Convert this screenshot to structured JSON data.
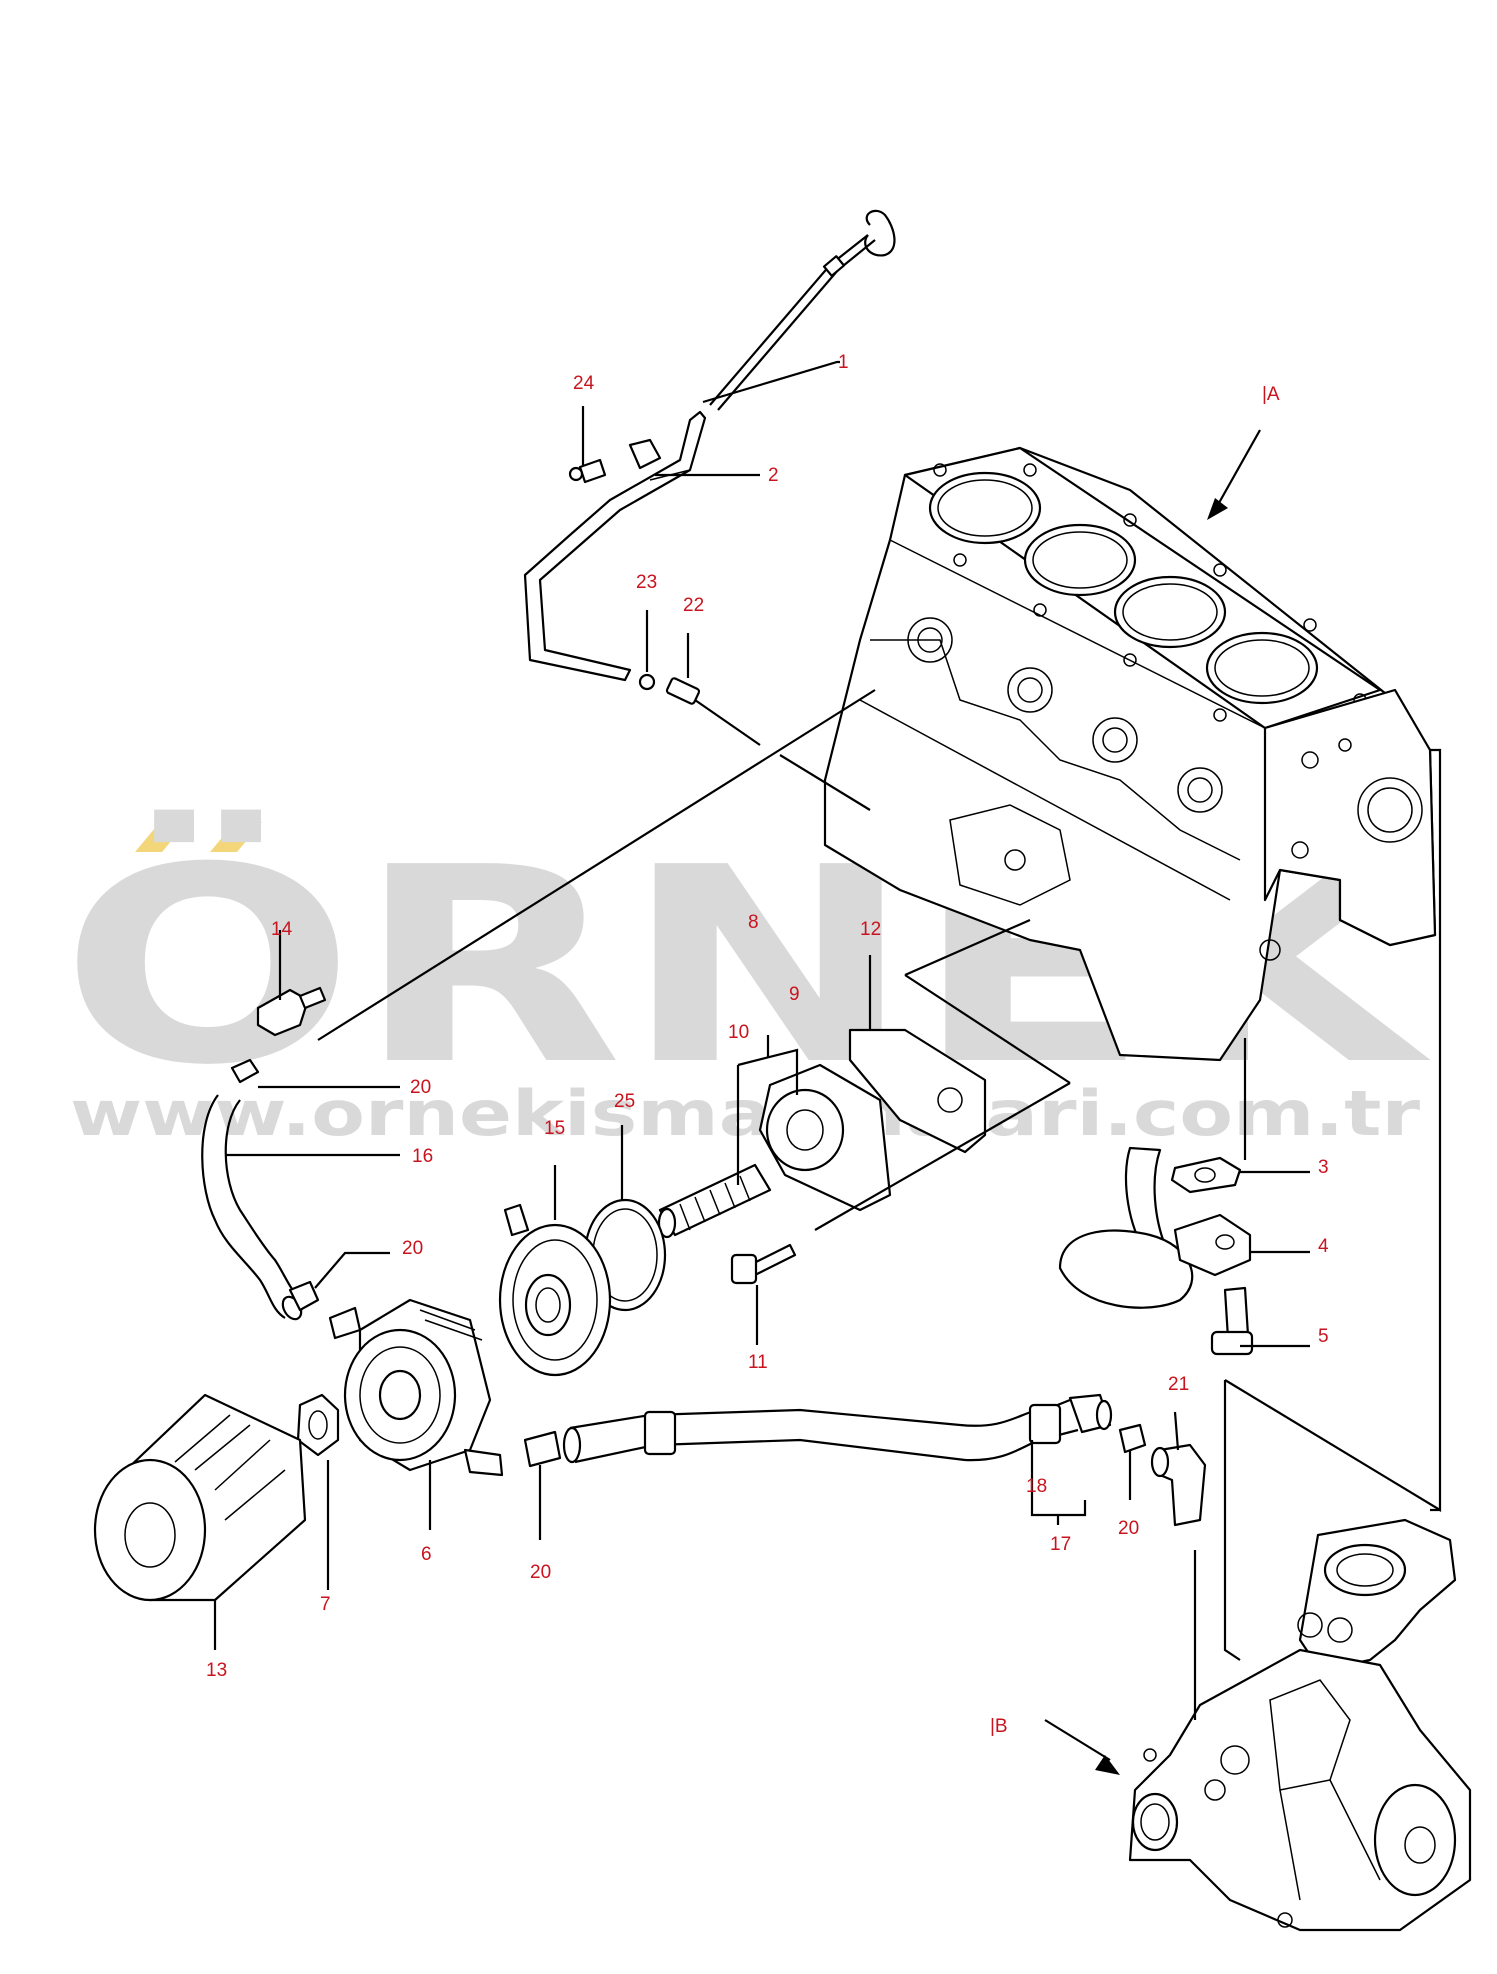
{
  "watermark": {
    "brand": "ÖRNEK",
    "url": "www.ornekismakinalari.com.tr",
    "accent_color": "#f3d67a",
    "text_color": "#d9d9d9"
  },
  "view_labels": {
    "a": "|A",
    "b": "|B"
  },
  "callouts": [
    "1",
    "2",
    "3",
    "4",
    "5",
    "6",
    "7",
    "8",
    "9",
    "10",
    "11",
    "12",
    "13",
    "14",
    "15",
    "16",
    "17",
    "18",
    "20",
    "20",
    "20",
    "20",
    "21",
    "22",
    "23",
    "24",
    "25"
  ],
  "colors": {
    "callout": "#c8141e",
    "line": "#000000",
    "background": "#ffffff"
  }
}
